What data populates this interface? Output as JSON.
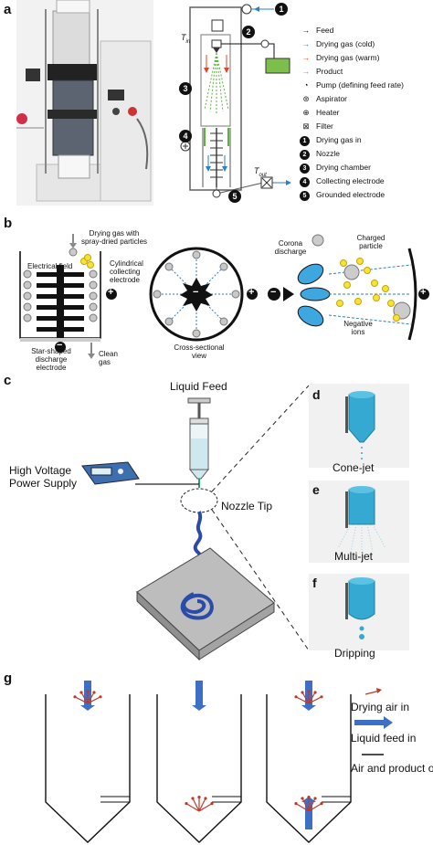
{
  "panel_a": {
    "label": "a",
    "tin_label": "T",
    "tin_sub": "in",
    "tout_label": "T",
    "tout_sub": "out",
    "legend": [
      {
        "text": "Feed",
        "color": "#111111",
        "icon": "arrow-icon"
      },
      {
        "text": "Drying gas (cold)",
        "color": "#2b7fc2",
        "icon": "arrow-icon"
      },
      {
        "text": "Drying gas (warm)",
        "color": "#e0452b",
        "icon": "arrow-icon"
      },
      {
        "text": "Product",
        "color": "#5cb33a",
        "icon": "arrow-icon"
      },
      {
        "text": "Pump (defining feed rate)",
        "icon": "pump-icon"
      },
      {
        "text": "Aspirator",
        "icon": "aspirator-icon"
      },
      {
        "text": "Heater",
        "icon": "heater-icon"
      },
      {
        "text": "Filter",
        "icon": "filter-icon"
      },
      {
        "text": "Drying gas in",
        "num": "1"
      },
      {
        "text": "Nozzle",
        "num": "2"
      },
      {
        "text": "Drying chamber",
        "num": "3"
      },
      {
        "text": "Collecting electrode",
        "num": "4"
      },
      {
        "text": "Grounded electrode",
        "num": "5"
      }
    ],
    "numbers": [
      "1",
      "2",
      "3",
      "4",
      "5"
    ]
  },
  "panel_b": {
    "label": "b",
    "drying_gas": "Drying gas with spray-dried particles",
    "electrical_field": "Electrical field",
    "cyl_electrode": "Cylindrical collecting electrode",
    "star_electrode": "Star-shaped discharge electrode",
    "clean_gas": "Clean gas",
    "cross_section": "Cross-sectional view",
    "corona": "Corona discharge",
    "charged_particle": "Charged particle",
    "negative_ions": "Negative ions",
    "plus": "+",
    "minus": "−"
  },
  "panel_c": {
    "label": "c",
    "liquid_feed": "Liquid Feed",
    "hv_supply_line1": "High Voltage",
    "hv_supply_line2": "Power Supply",
    "nozzle_tip": "Nozzle Tip"
  },
  "panel_d": {
    "label": "d",
    "caption": "Cone-jet"
  },
  "panel_e": {
    "label": "e",
    "caption": "Multi-jet"
  },
  "panel_f": {
    "label": "f",
    "caption": "Dripping"
  },
  "panel_g": {
    "label": "g",
    "legend_air": "Drying air in",
    "legend_liquid": "Liquid feed in",
    "legend_out": "Air and product out",
    "colors": {
      "air": "#c0392b",
      "liquid": "#3d6fc4"
    }
  }
}
